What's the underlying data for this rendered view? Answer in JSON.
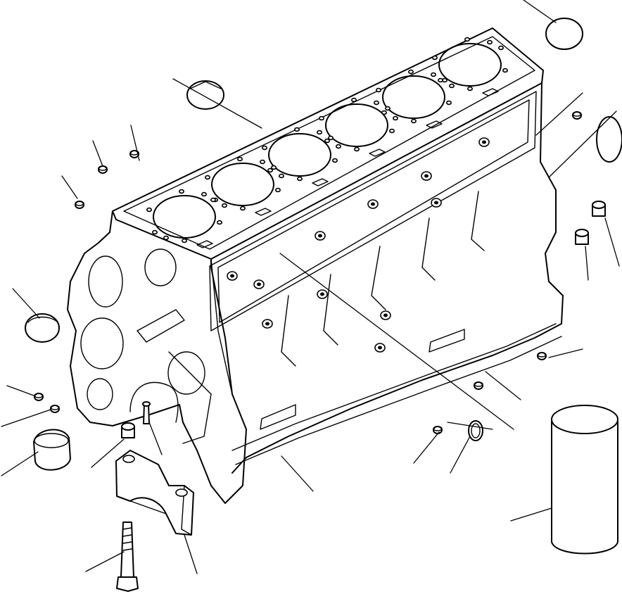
{
  "figure": {
    "subject": "engine-cylinder-block-exploded-view",
    "line_color": "#000000",
    "background": "#ffffff"
  },
  "parts": {
    "cylinder_bores": 6,
    "expansion_plugs_large": 5,
    "small_plugs": 8,
    "dowel_pins": 3,
    "main_bearing_cap": 1,
    "cap_bolt": 1,
    "cylinder_liner": 1,
    "camshaft_bushing": 1,
    "callout_leader_lines": 22
  }
}
